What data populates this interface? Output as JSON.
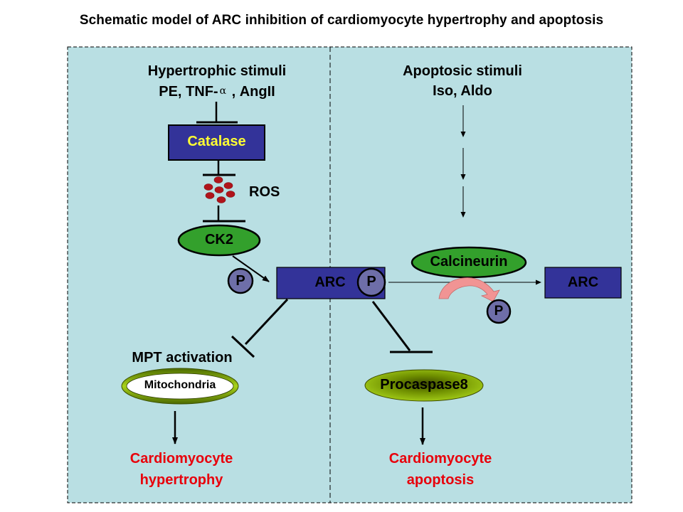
{
  "title": "Schematic model of ARC inhibition of cardiomyocyte hypertrophy and apoptosis",
  "colors": {
    "panel_bg": "#b9dfe3",
    "box_blue": "#333399",
    "catalase_text": "#ffff33",
    "ellipse_green": "#33a02c",
    "phospho_circle": "#6e6ea8",
    "ros_dot": "#b0141b",
    "arrow_pink": "#f19494",
    "outcome_red": "#e8000b",
    "procaspase_green": "#8ab000"
  },
  "left_panel": {
    "stimuli_title": "Hypertrophic stimuli",
    "stimuli_agents_pre": "PE, TNF-",
    "stimuli_agents_greek": "α",
    "stimuli_agents_post": " , AngII",
    "catalase": "Catalase",
    "ros": "ROS",
    "ck2": "CK2",
    "phospho_free": "P",
    "mpt": "MPT activation",
    "mitochondria": "Mitochondria",
    "outcome_line1": "Cardiomyocyte",
    "outcome_line2": "hypertrophy"
  },
  "center": {
    "arc": "ARC",
    "arc_phospho": "P"
  },
  "right_panel": {
    "stimuli_title": "Apoptosic stimuli",
    "stimuli_agents": "Iso, Aldo",
    "calcineurin": "Calcineurin",
    "arc": "ARC",
    "released_phospho": "P",
    "procaspase": "Procaspase8",
    "outcome_line1": "Cardiomyocyte",
    "outcome_line2": "apoptosis"
  }
}
